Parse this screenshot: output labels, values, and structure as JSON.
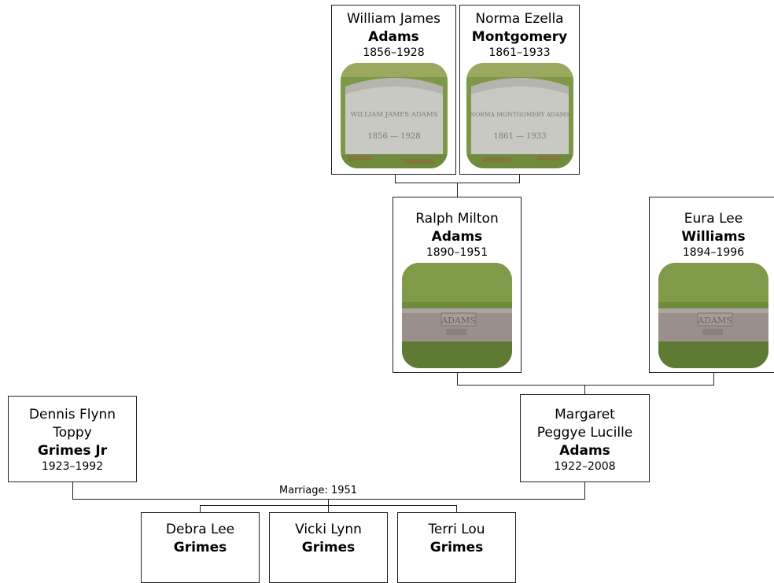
{
  "people": {
    "william": {
      "given": "William James",
      "surname": "Adams",
      "dates": "1856–1928",
      "photo_inscription": "WILLIAM JAMES ADAMS",
      "photo_years": "1856 — 1928"
    },
    "norma": {
      "given": "Norma Ezella",
      "surname": "Montgomery",
      "dates": "1861–1933",
      "photo_inscription": "NORMA MONTGOMERY ADAMS",
      "photo_years": "1861 — 1933"
    },
    "ralph": {
      "given": "Ralph Milton",
      "surname": "Adams",
      "dates": "1890–1951",
      "photo_inscription": "ADAMS"
    },
    "eura": {
      "given": "Eura Lee",
      "surname": "Williams",
      "dates": "1894–1996",
      "photo_inscription": "ADAMS"
    },
    "dennis": {
      "given_line1": "Dennis Flynn",
      "given_line2": "Toppy",
      "surname": "Grimes Jr",
      "dates": "1923–1992"
    },
    "margaret": {
      "given_line1": "Margaret",
      "given_line2": "Peggye Lucille",
      "surname": "Adams",
      "dates": "1922–2008"
    },
    "debra": {
      "given": "Debra Lee",
      "surname": "Grimes"
    },
    "vicki": {
      "given": "Vicki Lynn",
      "surname": "Grimes"
    },
    "terri": {
      "given": "Terri Lou",
      "surname": "Grimes"
    }
  },
  "marriage_label": "Marriage: 1951",
  "colors": {
    "border": "#222222",
    "stone": "#c9c9c4",
    "grass": "#6f8a3a"
  }
}
